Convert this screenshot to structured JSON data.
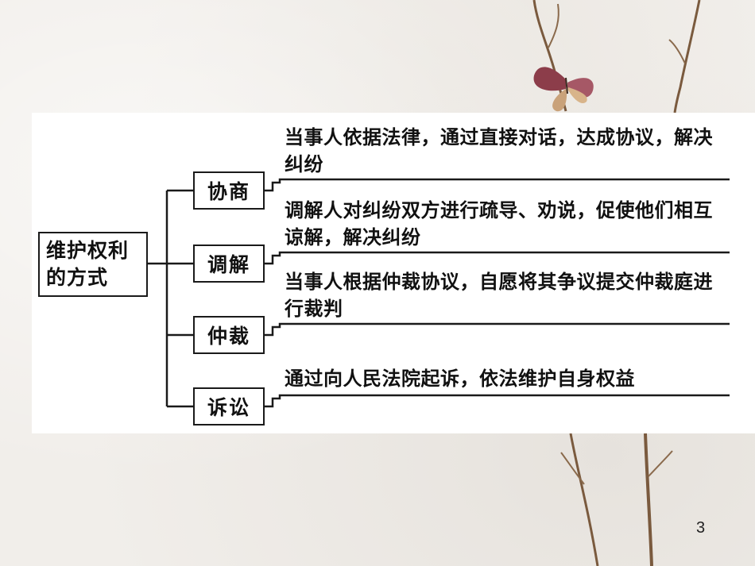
{
  "diagram": {
    "root": {
      "line1": "维护权利",
      "line2": "的方式"
    },
    "branches": [
      {
        "label": "协商",
        "description": "当事人依据法律，通过直接对话，达成协议，解决纠纷"
      },
      {
        "label": "调解",
        "description": "调解人对纠纷双方进行疏导、劝说，促使他们相互谅解，解决纠纷"
      },
      {
        "label": "仲裁",
        "description": "当事人根据仲裁协议，自愿将其争议提交仲裁庭进行裁判"
      },
      {
        "label": "诉讼",
        "description": "通过向人民法院起诉，依法维护自身权益"
      }
    ]
  },
  "slide": {
    "page_number": "3"
  },
  "colors": {
    "background": "#f1eeea",
    "line": "#1a1a1a",
    "panel": "#ffffff"
  },
  "icons": {
    "decoration": "dried-branch-butterfly-illustration"
  }
}
